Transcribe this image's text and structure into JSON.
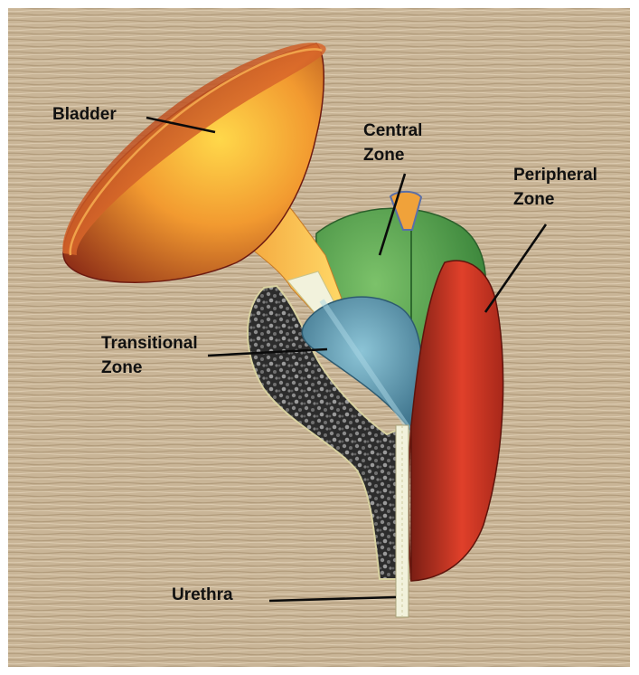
{
  "labels": {
    "bladder": "Bladder",
    "central_line1": "Central",
    "central_line2": "Zone",
    "peripheral_line1": "Peripheral",
    "peripheral_line2": "Zone",
    "transitional_line1": "Transitional",
    "transitional_line2": "Zone",
    "urethra": "Urethra"
  },
  "colors": {
    "background": "#c9b597",
    "bladder": "#e8822a",
    "central_zone": "#4f9c45",
    "peripheral_zone": "#d8392a",
    "transitional_zone": "#4f8ea4",
    "stroma": "#3a3a3a",
    "urethra": "#f2f2dc"
  }
}
